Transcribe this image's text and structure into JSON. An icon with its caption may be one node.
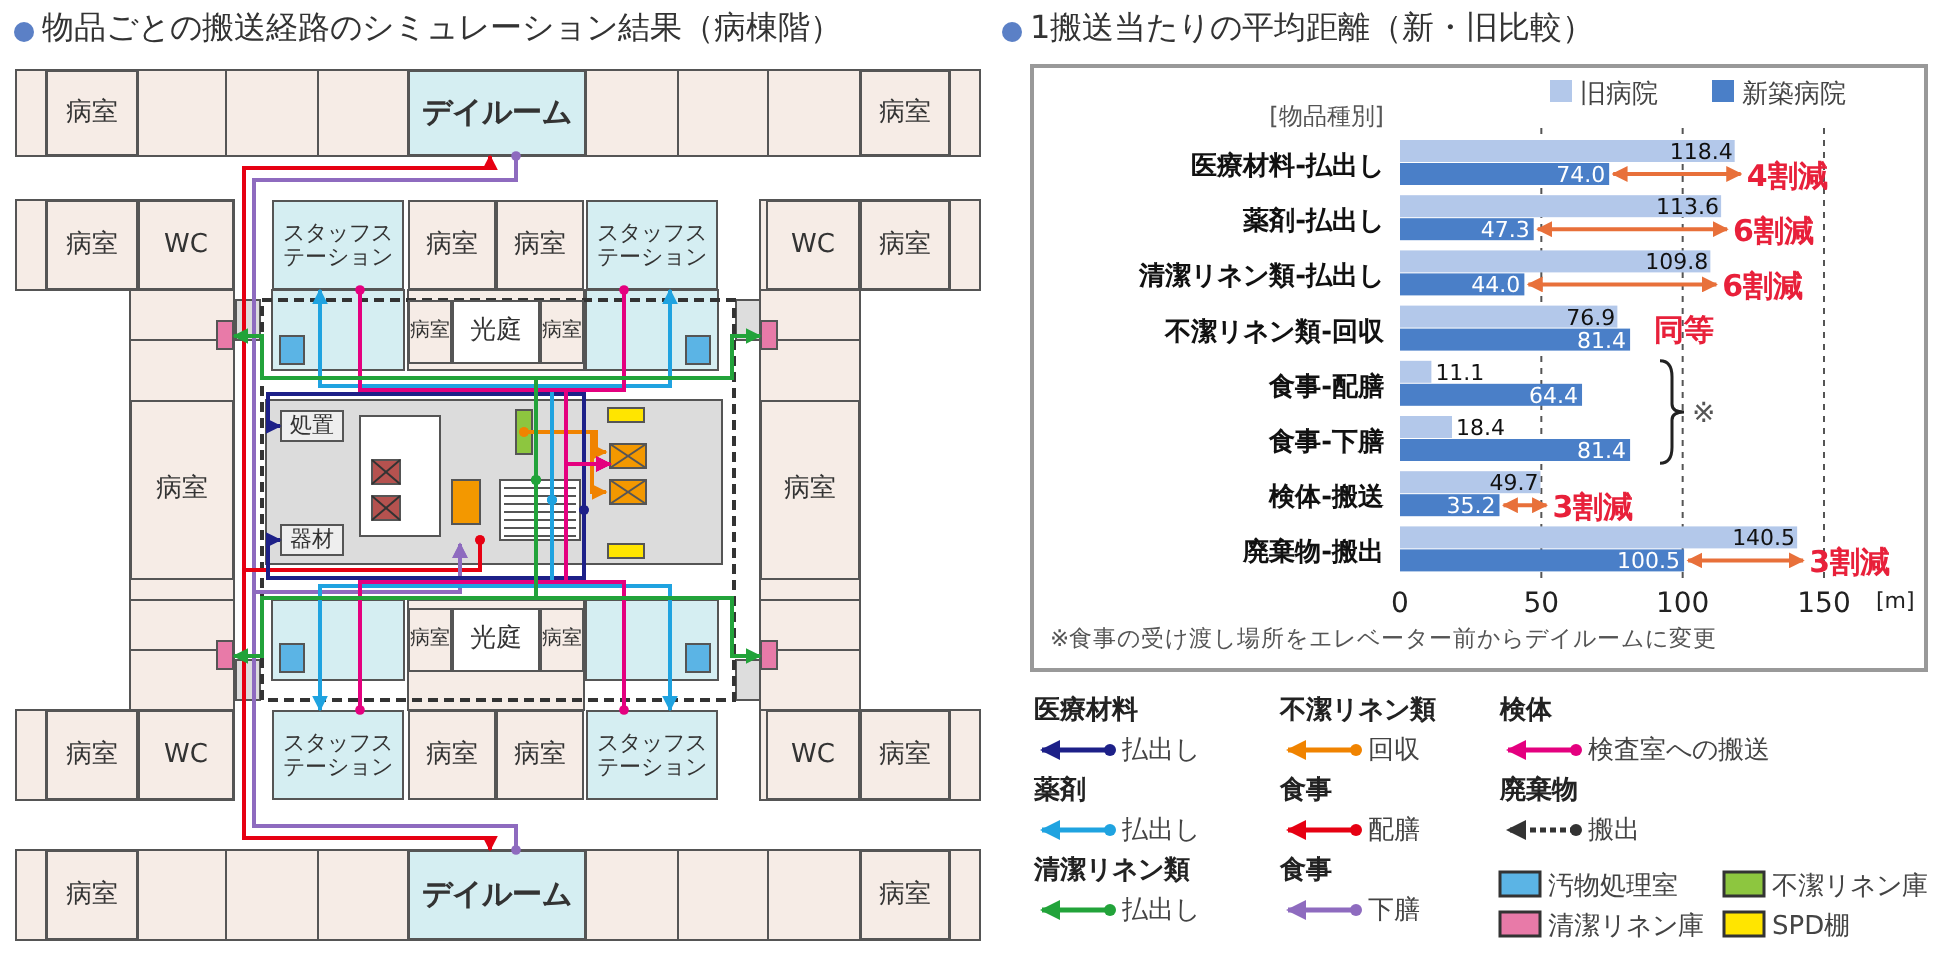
{
  "diagram": {
    "title": "物品ごとの搬送経路のシミュレーション結果（病棟階）",
    "nodes": [
      {
        "text": [
          "病室"
        ]
      },
      {
        "text": [
          "デイルーム"
        ]
      },
      {
        "text": [
          "病室"
        ]
      },
      {
        "text": [
          "病室"
        ]
      },
      {
        "text": [
          "WC"
        ]
      },
      {
        "text": [
          "スタッフステーション"
        ]
      },
      {
        "text": [
          "病室"
        ]
      },
      {
        "text": [
          "病室"
        ]
      },
      {
        "text": [
          "スタッフステーション"
        ]
      },
      {
        "text": [
          "WC"
        ]
      },
      {
        "text": [
          "病室"
        ]
      },
      {
        "text": [
          "病室"
        ]
      },
      {
        "text": [
          "光庭"
        ]
      },
      {
        "text": [
          "病室"
        ]
      },
      {
        "text": [
          "病室"
        ]
      },
      {
        "text": [
          "処置"
        ]
      },
      {
        "text": [
          "器材"
        ]
      },
      {
        "text": [
          "病室"
        ]
      },
      {
        "text": [
          "病室"
        ]
      },
      {
        "text": [
          "光庭"
        ]
      },
      {
        "text": [
          "病室"
        ]
      },
      {
        "text": [
          "病室"
        ]
      },
      {
        "text": [
          "WC"
        ]
      },
      {
        "text": [
          "スタッフステーション"
        ]
      },
      {
        "text": [
          "病室"
        ]
      },
      {
        "text": [
          "病室"
        ]
      },
      {
        "text": [
          "スタッフステーション"
        ]
      },
      {
        "text": [
          "WC"
        ]
      },
      {
        "text": [
          "病室"
        ]
      },
      {
        "text": [
          "病室"
        ]
      },
      {
        "text": [
          "デイルーム"
        ]
      },
      {
        "text": [
          "病室"
        ]
      },
      {
        "text": [],
        "shape": "box"
      },
      {
        "text": [],
        "shape": "box"
      },
      {
        "text": [],
        "shape": "box"
      },
      {
        "text": [],
        "shape": "box"
      }
    ],
    "edges": [
      {
        "from": null,
        "to": 1,
        "arrow": "to",
        "color": "#e60012"
      },
      {
        "from": 1,
        "to": null,
        "arrow": "to",
        "color": "#8e6bbf"
      },
      {
        "from": null,
        "to": 30,
        "arrow": "to",
        "color": "#e60012"
      },
      {
        "from": 30,
        "to": null,
        "arrow": "to",
        "color": "#8e6bbf"
      },
      {
        "from": null,
        "to": 15,
        "arrow": "to",
        "color": "#1d2088"
      },
      {
        "from": null,
        "to": 16,
        "arrow": "to",
        "color": "#1d2088"
      },
      {
        "from": null,
        "to": 5,
        "arrow": "to",
        "color": "#1fa3e0"
      },
      {
        "from": null,
        "to": 8,
        "arrow": "to",
        "color": "#1fa3e0"
      },
      {
        "from": null,
        "to": 23,
        "arrow": "to",
        "color": "#1fa3e0"
      },
      {
        "from": null,
        "to": 26,
        "arrow": "to",
        "color": "#1fa3e0"
      },
      {
        "from": 5,
        "to": null,
        "arrow": "to",
        "color": "#e4007f"
      },
      {
        "from": 8,
        "to": null,
        "arrow": "to",
        "color": "#e4007f"
      },
      {
        "from": 23,
        "to": null,
        "arrow": "to",
        "color": "#e4007f"
      },
      {
        "from": 26,
        "to": null,
        "arrow": "to",
        "color": "#e4007f"
      },
      {
        "from": null,
        "to": 32,
        "arrow": "to",
        "color": "#22a33a"
      },
      {
        "from": null,
        "to": 33,
        "arrow": "to",
        "color": "#22a33a"
      },
      {
        "from": null,
        "to": 34,
        "arrow": "to",
        "color": "#22a33a"
      },
      {
        "from": null,
        "to": 35,
        "arrow": "to",
        "color": "#22a33a"
      }
    ],
    "labels": [
      "4割減",
      "6割減",
      "6割減",
      "同等",
      "※",
      "3割減",
      "3割減",
      "※食事の受け渡し場所をエレベーター前からデイルームに変更",
      "医療材料",
      "不潔リネン類",
      "検体",
      "薬剤",
      "食事",
      "廃棄物",
      "清潔リネン類",
      "食事"
    ],
    "legend": [
      {
        "text": "払出し"
      },
      {
        "text": "回収"
      },
      {
        "text": "検査室への搬送"
      },
      {
        "text": "払出し"
      },
      {
        "text": "配膳"
      },
      {
        "text": "搬出"
      },
      {
        "text": "払出し"
      },
      {
        "text": "下膳"
      },
      {
        "text": "汚物処理室",
        "color": "#5bb4e5"
      },
      {
        "text": "不潔リネン庫",
        "color": "#8dc63f"
      },
      {
        "text": "清潔リネン庫",
        "color": "#e87aa8"
      },
      {
        "text": "SPD棚",
        "color": "#ffe500"
      }
    ],
    "chart_data": {
      "type": "bar",
      "orientation": "horizontal",
      "title": "1搬送当たりの平均距離（新・旧比較）",
      "xlabel": "[m]",
      "ylabel": "[物品種別]",
      "categories": [
        "医療材料-払出し",
        "薬剤-払出し",
        "清潔リネン類-払出し",
        "不潔リネン類-回収",
        "食事-配膳",
        "食事-下膳",
        "検体-搬送",
        "廃棄物-搬出"
      ],
      "series": [
        {
          "name": "旧病院",
          "color": "#b3c8ea",
          "values": [
            118.4,
            113.6,
            109.8,
            76.9,
            11.1,
            18.4,
            49.7,
            140.5
          ],
          "value_labels": [
            "118.4",
            "113.6",
            "109.8",
            "76.9",
            "11.1",
            "18.4",
            "49.7",
            "140.5"
          ]
        },
        {
          "name": "新築病院",
          "color": "#4a7fc8",
          "values": [
            74.0,
            47.3,
            44.0,
            81.4,
            64.4,
            81.4,
            35.2,
            100.5
          ],
          "value_labels": [
            "74.0",
            "47.3",
            "44.0",
            "81.4",
            "64.4",
            "81.4",
            "35.2",
            "100.5"
          ]
        }
      ],
      "xlim": [
        0,
        150
      ],
      "xticks": [
        0,
        50,
        100,
        150
      ],
      "legend": "top right"
    }
  }
}
